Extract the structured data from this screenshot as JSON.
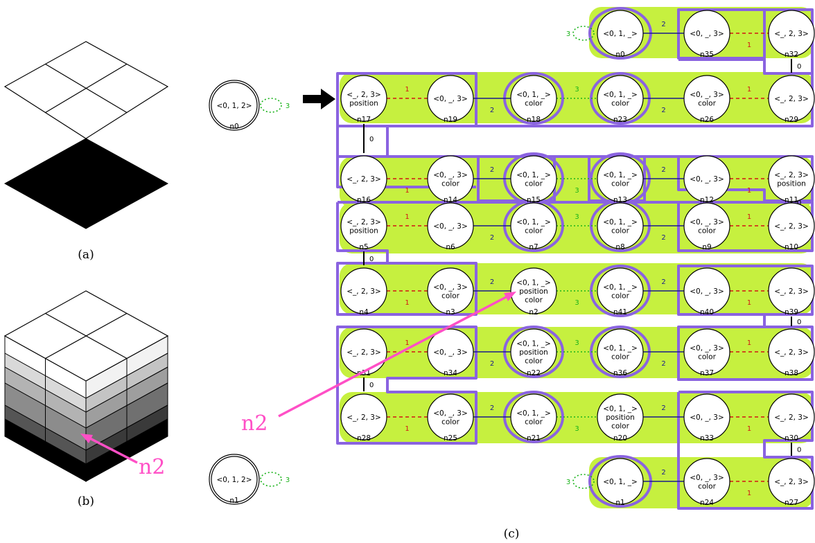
{
  "captions": {
    "a": "(a)",
    "b": "(b)",
    "c": "(c)"
  },
  "callouts": {
    "cube": "n2",
    "graph": "n2"
  },
  "colors": {
    "region_fill": "#c6f03f",
    "border": "#8a63e0",
    "n2_callout": "#ff4fc6",
    "edge_1": "#d21414",
    "edge_2": "#1a1a8c",
    "edge_3": "#19b219",
    "edge_0": "#000000"
  },
  "nodes": {
    "n0": [
      "<0, 1, _>"
    ],
    "n35": [
      "<0, _, 3>"
    ],
    "n32": [
      "<_, 2, 3>"
    ],
    "n17": [
      "<_, 2, 3>",
      "position"
    ],
    "n19": [
      "<0, _, 3>"
    ],
    "n18": [
      "<0, 1, _>",
      "color"
    ],
    "n23": [
      "<0, 1, _>",
      "color"
    ],
    "n26": [
      "<0, _, 3>",
      "color"
    ],
    "n29": [
      "<_, 2, 3>"
    ],
    "n16": [
      "<_, 2, 3>"
    ],
    "n14": [
      "<0, _, 3>",
      "color"
    ],
    "n15": [
      "<0, 1, _>",
      "color"
    ],
    "n13": [
      "<0, 1, _>",
      "color"
    ],
    "n12": [
      "<0, _, 3>"
    ],
    "n11": [
      "<_, 2, 3>",
      "position"
    ],
    "n5": [
      "<_, 2, 3>",
      "position"
    ],
    "n6": [
      "<0, _, 3>"
    ],
    "n7": [
      "<0, 1, _>",
      "color"
    ],
    "n8": [
      "<0, 1, _>",
      "color"
    ],
    "n9": [
      "<0, _, 3>",
      "color"
    ],
    "n10": [
      "<_, 2, 3>"
    ],
    "n4": [
      "<_, 2, 3>"
    ],
    "n3": [
      "<0, _, 3>",
      "color"
    ],
    "n2": [
      "<0, 1, _>",
      "position",
      "color"
    ],
    "n41": [
      "<0, 1, _>",
      "color"
    ],
    "n40": [
      "<0, _, 3>"
    ],
    "n39": [
      "<_, 2, 3>"
    ],
    "n31": [
      "<_, 2, 3>"
    ],
    "n34": [
      "<0, _, 3>"
    ],
    "n22": [
      "<0, 1, _>",
      "position",
      "color"
    ],
    "n36": [
      "<0, 1, _>",
      "color"
    ],
    "n37": [
      "<0, _, 3>",
      "color"
    ],
    "n38": [
      "<_, 2, 3>"
    ],
    "n28": [
      "<_, 2, 3>"
    ],
    "n25": [
      "<0, _, 3>",
      "color"
    ],
    "n21": [
      "<0, 1, _>",
      "color"
    ],
    "n20": [
      "<0, 1, _>",
      "position",
      "color"
    ],
    "n33": [
      "<0, _, 3>"
    ],
    "n30": [
      "<_, 2, 3>"
    ],
    "n1": [
      "<0, 1, _>"
    ],
    "n24": [
      "<0, _, 3>",
      "color"
    ],
    "n27": [
      "<_, 2, 3>"
    ]
  },
  "root_nodes": {
    "n0": [
      "<0, 1, 2>"
    ],
    "n1": [
      "<0, 1, 2>"
    ]
  },
  "edges": [
    {
      "from": "n0",
      "to": "n35",
      "label": "2"
    },
    {
      "from": "n35",
      "to": "n32",
      "label": "1"
    },
    {
      "from": "n17",
      "to": "n19",
      "label": "1"
    },
    {
      "from": "n19",
      "to": "n18",
      "label": "2"
    },
    {
      "from": "n18",
      "to": "n23",
      "label": "3"
    },
    {
      "from": "n23",
      "to": "n26",
      "label": "2"
    },
    {
      "from": "n26",
      "to": "n29",
      "label": "1"
    },
    {
      "from": "n16",
      "to": "n14",
      "label": "1"
    },
    {
      "from": "n14",
      "to": "n15",
      "label": "2"
    },
    {
      "from": "n15",
      "to": "n13",
      "label": "3"
    },
    {
      "from": "n13",
      "to": "n12",
      "label": "2"
    },
    {
      "from": "n12",
      "to": "n11",
      "label": "1"
    },
    {
      "from": "n5",
      "to": "n6",
      "label": "1"
    },
    {
      "from": "n6",
      "to": "n7",
      "label": "2"
    },
    {
      "from": "n7",
      "to": "n8",
      "label": "3"
    },
    {
      "from": "n8",
      "to": "n9",
      "label": "2"
    },
    {
      "from": "n9",
      "to": "n10",
      "label": "1"
    },
    {
      "from": "n4",
      "to": "n3",
      "label": "1"
    },
    {
      "from": "n3",
      "to": "n2",
      "label": "2"
    },
    {
      "from": "n2",
      "to": "n41",
      "label": "3"
    },
    {
      "from": "n41",
      "to": "n40",
      "label": "2"
    },
    {
      "from": "n40",
      "to": "n39",
      "label": "1"
    },
    {
      "from": "n31",
      "to": "n34",
      "label": "1"
    },
    {
      "from": "n34",
      "to": "n22",
      "label": "2"
    },
    {
      "from": "n22",
      "to": "n36",
      "label": "3"
    },
    {
      "from": "n36",
      "to": "n37",
      "label": "2"
    },
    {
      "from": "n37",
      "to": "n38",
      "label": "1"
    },
    {
      "from": "n28",
      "to": "n25",
      "label": "1"
    },
    {
      "from": "n25",
      "to": "n21",
      "label": "2"
    },
    {
      "from": "n21",
      "to": "n20",
      "label": "3"
    },
    {
      "from": "n20",
      "to": "n33",
      "label": "2"
    },
    {
      "from": "n33",
      "to": "n30",
      "label": "1"
    },
    {
      "from": "n1",
      "to": "n24",
      "label": "2"
    },
    {
      "from": "n24",
      "to": "n27",
      "label": "1"
    },
    {
      "from": "n32",
      "to": "n29",
      "label": "0"
    },
    {
      "from": "n17",
      "to": "n16",
      "label": "0"
    },
    {
      "from": "n11",
      "to": "n10",
      "label": "0"
    },
    {
      "from": "n5",
      "to": "n4",
      "label": "0"
    },
    {
      "from": "n39",
      "to": "n38",
      "label": "0"
    },
    {
      "from": "n31",
      "to": "n28",
      "label": "0"
    },
    {
      "from": "n30",
      "to": "n27",
      "label": "0"
    }
  ],
  "self_loops": [
    {
      "node": "root_n0",
      "label": "3"
    },
    {
      "node": "root_n1",
      "label": "3"
    },
    {
      "node": "n0",
      "label": "3"
    },
    {
      "node": "n1",
      "label": "3"
    }
  ]
}
